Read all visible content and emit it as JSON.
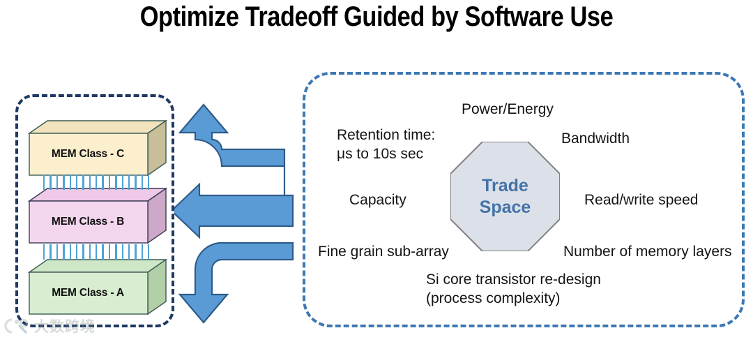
{
  "title": "Optimize Tradeoff Guided by Software Use",
  "left_panel": {
    "name": "memory-stack",
    "slabs": [
      {
        "id": "c",
        "label": "MEM Class - C",
        "front_color": "#FBEFCD",
        "top_color": "#F2E3BC",
        "side_color": "#C9BE9A"
      },
      {
        "id": "b",
        "label": "MEM Class - B",
        "front_color": "#F3D6EE",
        "top_color": "#EFC9E8",
        "side_color": "#CDA8C8"
      },
      {
        "id": "a",
        "label": "MEM Class - A",
        "front_color": "#D9EDD0",
        "top_color": "#CFE7C6",
        "side_color": "#B2CFA8"
      }
    ],
    "connector_color": "#4EA3D6",
    "border_color": "#1F3864"
  },
  "arrows": {
    "fill_color": "#5B9BD5",
    "stroke_color": "#2E5C8A",
    "items": [
      {
        "name": "arrow-elbow-up",
        "direction": "up"
      },
      {
        "name": "arrow-left",
        "direction": "left"
      },
      {
        "name": "arrow-elbow-down",
        "direction": "down"
      }
    ]
  },
  "right_panel": {
    "border_color": "#3C78B4",
    "center": {
      "line1": "Trade",
      "line2": "Space",
      "fill_color": "#DCE1E9",
      "stroke_color": "#808080",
      "text_color": "#4472A8"
    },
    "labels": {
      "power": "Power/Energy",
      "retention_line1": "Retention time:",
      "retention_line2": "μs to 10s sec",
      "bandwidth": "Bandwidth",
      "capacity": "Capacity",
      "readwrite": "Read/write speed",
      "finegrain": "Fine grain sub-array",
      "layers": "Number of memory layers",
      "sicore_line1": "Si core transistor re-design",
      "sicore_line2": "(process complexity)"
    }
  },
  "watermark": {
    "text": "大数跨境"
  }
}
